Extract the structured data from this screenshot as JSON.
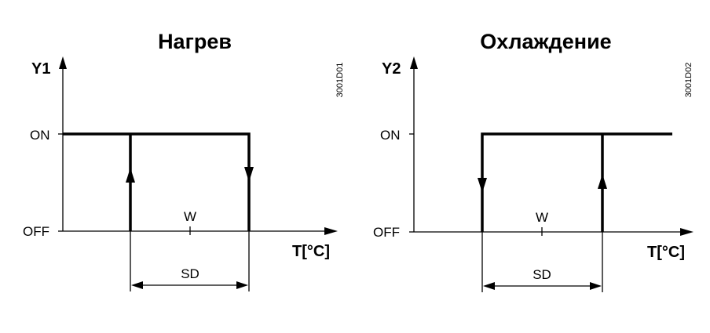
{
  "heating": {
    "title": "Нагрев",
    "y_label": "Y1",
    "on_label": "ON",
    "off_label": "OFF",
    "w_label": "W",
    "sd_label": "SD",
    "x_label": "T[°C]",
    "code": "3001D01"
  },
  "cooling": {
    "title": "Охлаждение",
    "y_label": "Y2",
    "on_label": "ON",
    "off_label": "OFF",
    "w_label": "W",
    "sd_label": "SD",
    "x_label": "T[°C]",
    "code": "3001D02"
  }
}
